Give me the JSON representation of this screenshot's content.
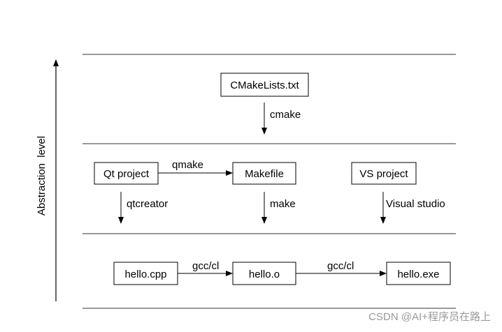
{
  "diagram": {
    "axis_label": "Abstraction  level",
    "nodes": {
      "cmakelists": "CMakeLists.txt",
      "qt_project": "Qt project",
      "makefile": "Makefile",
      "vs_project": "VS project",
      "hello_cpp": "hello.cpp",
      "hello_o": "hello.o",
      "hello_exe": "hello.exe"
    },
    "edges": {
      "cmake": "cmake",
      "qmake": "qmake",
      "qtcreator": "qtcreator",
      "make": "make",
      "visual_studio": "Visual studio",
      "gcc_cl_1": "gcc/cl",
      "gcc_cl_2": "gcc/cl"
    }
  },
  "watermark": "CSDN @AI+程序员在路上"
}
